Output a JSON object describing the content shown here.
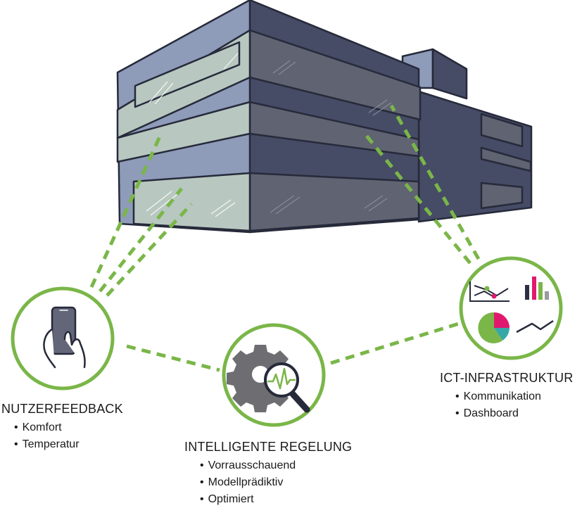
{
  "nodes": {
    "nutzerfeedback": {
      "title": "NUTZERFEEDBACK",
      "items": [
        "Komfort",
        "Temperatur"
      ]
    },
    "regelung": {
      "title": "INTELLIGENTE REGELUNG",
      "items": [
        "Vorrausschauend",
        "Modellprädiktiv",
        "Optimiert"
      ]
    },
    "ict": {
      "title": "ICT-INFRASTRUKTUR",
      "items": [
        "Kommunikation",
        "Dashboard"
      ]
    }
  },
  "colors": {
    "green": "#7ab648",
    "building_light": "#8e9bb9",
    "building_dark": "#464b66",
    "glass_light": "#b8c7c0",
    "glass_dark": "#5f6372",
    "outline": "#262a3a",
    "magenta": "#e0196e",
    "teal": "#37a8a8"
  },
  "icons": [
    "smartphone-hand-icon",
    "gear-magnifier-icon",
    "line-chart-icon",
    "bar-chart-icon",
    "pie-chart-icon",
    "trend-line-icon"
  ]
}
